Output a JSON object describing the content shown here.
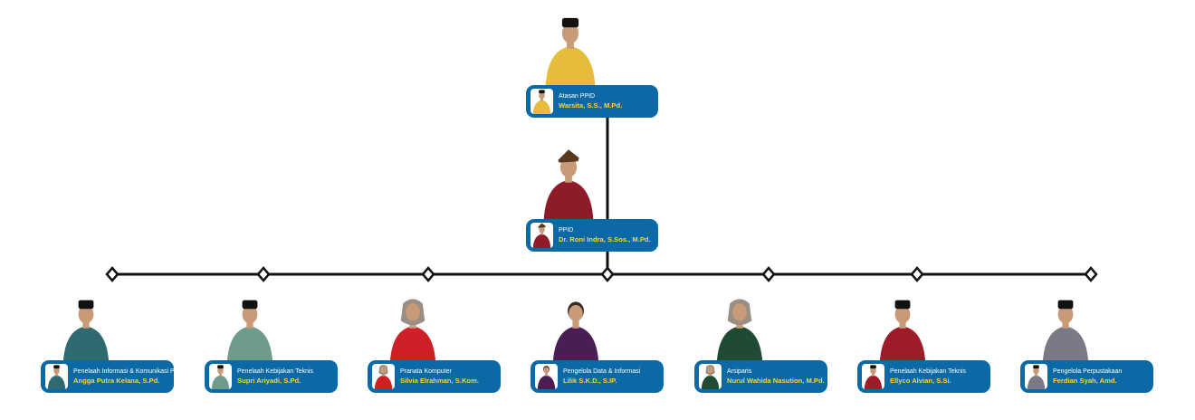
{
  "colors": {
    "card": "#0b6aa6",
    "name": "#f7d54a",
    "role": "#ffffff",
    "connector": "#111111"
  },
  "head": {
    "role": "Atasan PPID",
    "name": "Warsita, S.S., M.Pd.",
    "outfit": "#e5bd3a",
    "headwear": "peci"
  },
  "ppid": {
    "role": "PPID",
    "name": "Dr. Roni Indra, S.Sos., M.Pd.",
    "outfit": "#8e1b2a",
    "headwear": "tanjak"
  },
  "staff": [
    {
      "role": "Penelaah Informasi & Komunikasi Publik",
      "name": "Angga Putra Kelana, S.Pd.",
      "outfit": "#2f6a70",
      "headwear": "peci"
    },
    {
      "role": "Penelaah Kebijakan Teknis",
      "name": "Supri Ariyadi, S.Pd.",
      "outfit": "#6f9b8c",
      "headwear": "peci"
    },
    {
      "role": "Pranata Komputer",
      "name": "Silvia Elrahman, S.Kom.",
      "outfit": "#cf2028",
      "headwear": "hijab"
    },
    {
      "role": "Pengelola Data & Informasi",
      "name": "Lilik S.K.D., S.IP.",
      "outfit": "#4a1d55",
      "headwear": "short-hair"
    },
    {
      "role": "Arsiparis",
      "name": "Nurul Wahida Nasution, M.Pd.",
      "outfit": "#1f4a34",
      "headwear": "hijab"
    },
    {
      "role": "Penelaah Kebijakan Teknis",
      "name": "Ellyco Alvian, S.Si.",
      "outfit": "#9c1c2a",
      "headwear": "peci"
    },
    {
      "role": "Pengelola Perpustakaan",
      "name": "Ferdian Syah, Amd.",
      "outfit": "#7a7a86",
      "headwear": "peci"
    }
  ]
}
